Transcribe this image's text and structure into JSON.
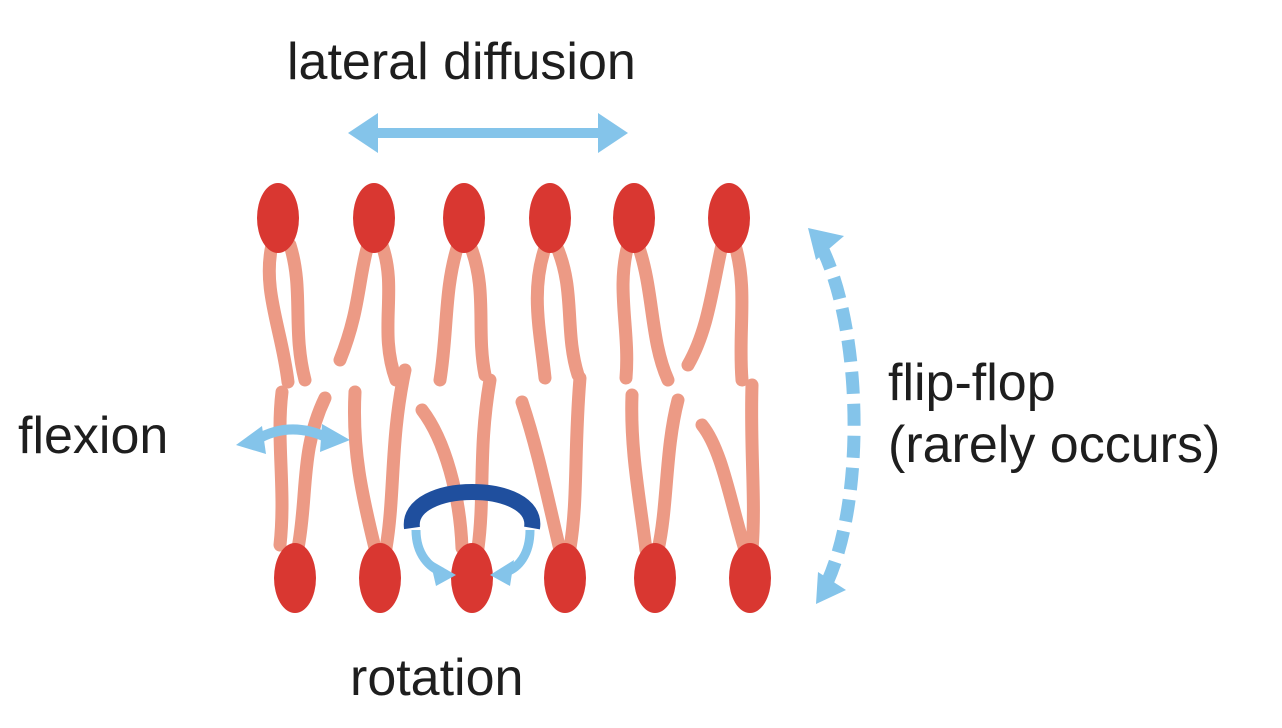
{
  "labels": {
    "lateral_diffusion": "lateral diffusion",
    "flexion": "flexion",
    "flip_flop": "flip-flop",
    "rarely_occurs": "(rarely occurs)",
    "rotation": "rotation"
  },
  "colors": {
    "head": "#d93731",
    "tail": "#ec9a85",
    "arrow_light": "#84c4ea",
    "arrow_dark": "#1f4f9e",
    "text": "#1e1e1e"
  },
  "bilayer": {
    "upper_leaflet_lipids": 6,
    "lower_leaflet_lipids": 6
  }
}
